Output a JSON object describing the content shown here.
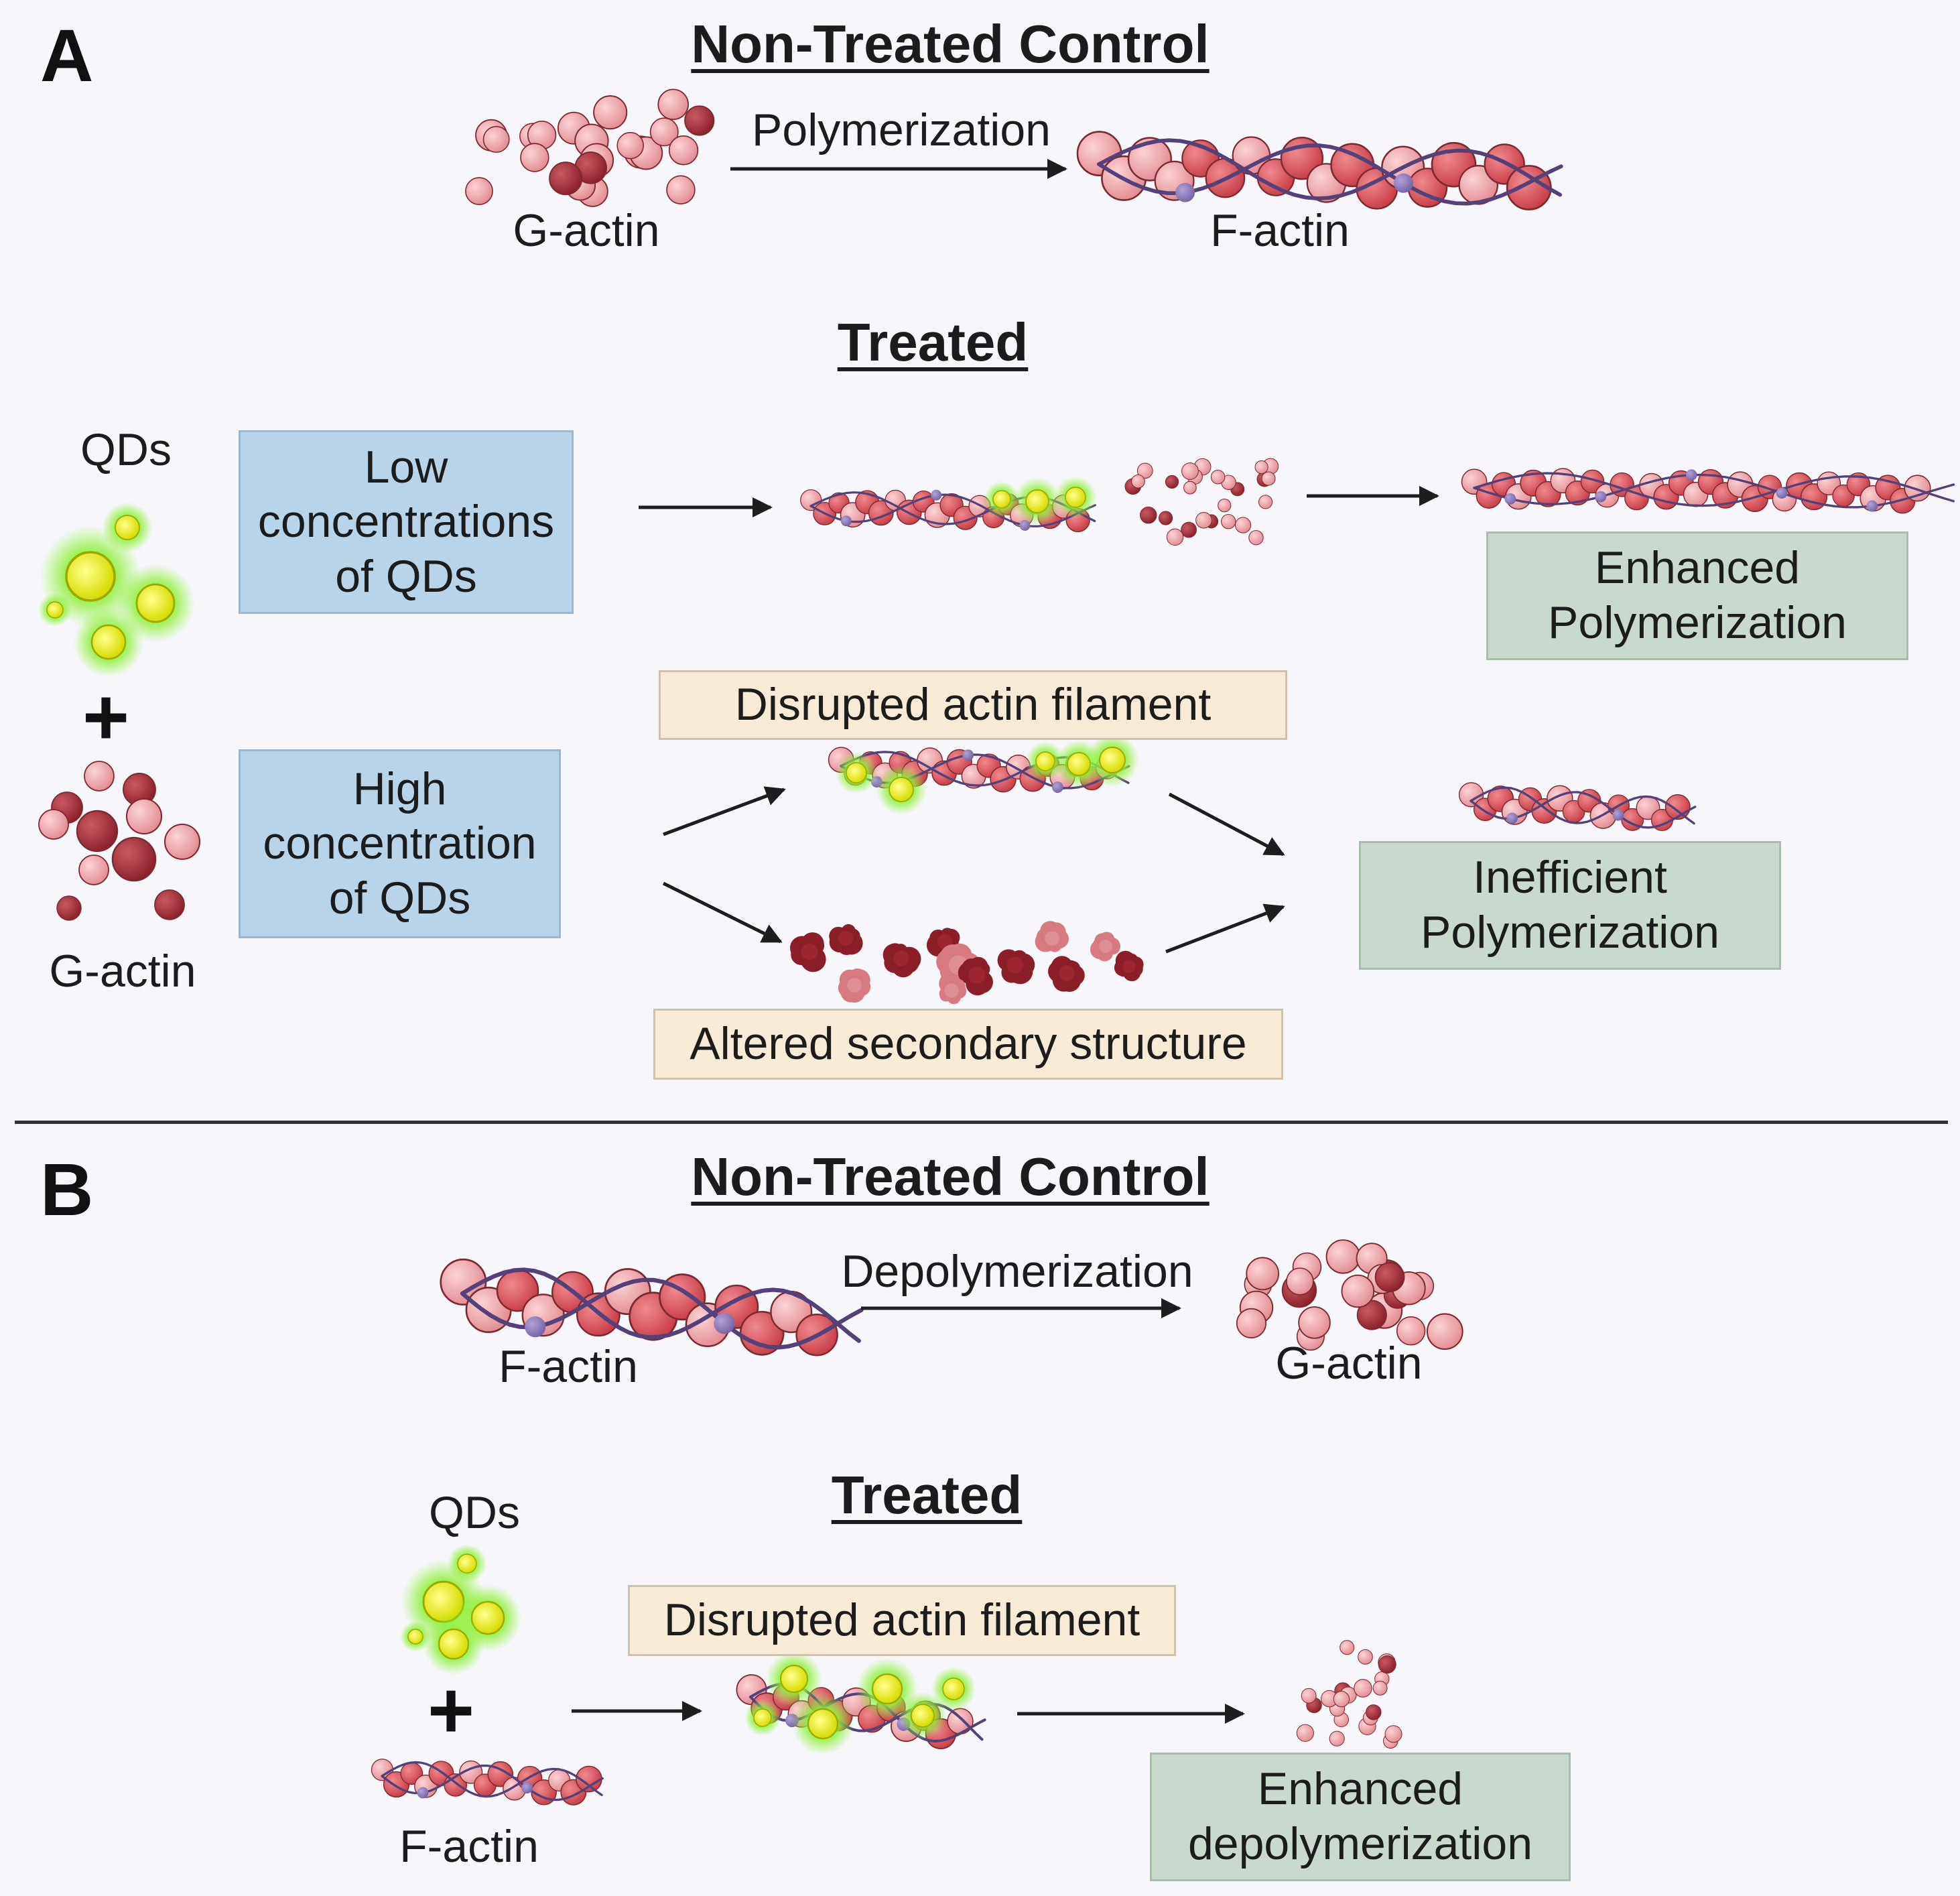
{
  "panel_a": {
    "letter": "A",
    "control_heading": "Non-Treated Control",
    "polymerization_label": "Polymerization",
    "g_actin_label": "G-actin",
    "f_actin_label": "F-actin",
    "treated_heading": "Treated",
    "qds_label": "QDs",
    "g_actin_input_label": "G-actin",
    "plus": "+",
    "low_box": "Low\nconcentrations\nof QDs",
    "high_box": "High\nconcentration\nof QDs",
    "enhanced_polymerization": "Enhanced\nPolymerization",
    "disrupted_filament": "Disrupted actin filament",
    "altered_structure": "Altered secondary structure",
    "inefficient_polymerization": "Inefficient\nPolymerization"
  },
  "panel_b": {
    "letter": "B",
    "control_heading": "Non-Treated Control",
    "depolymerization_label": "Depolymerization",
    "f_actin_label": "F-actin",
    "g_actin_label": "G-actin",
    "treated_heading": "Treated",
    "qds_label": "QDs",
    "plus": "+",
    "f_actin_input_label": "F-actin",
    "disrupted_filament": "Disrupted actin filament",
    "enhanced_depolymerization": "Enhanced\ndepolymerization"
  },
  "colors": {
    "actin_light": "#f0a9ae",
    "actin_mid": "#d9545c",
    "actin_dark": "#a8323c",
    "tropomyosin": "#55417a",
    "myosin_bead": "#8f7ab8",
    "qd_core": "#e6ef1c",
    "qd_glow": "#7fe31f",
    "arrow": "#1e1e1e",
    "box_blue": "#b9d3e8",
    "box_green": "#c9d9cd",
    "box_cream": "#f7ead6"
  }
}
